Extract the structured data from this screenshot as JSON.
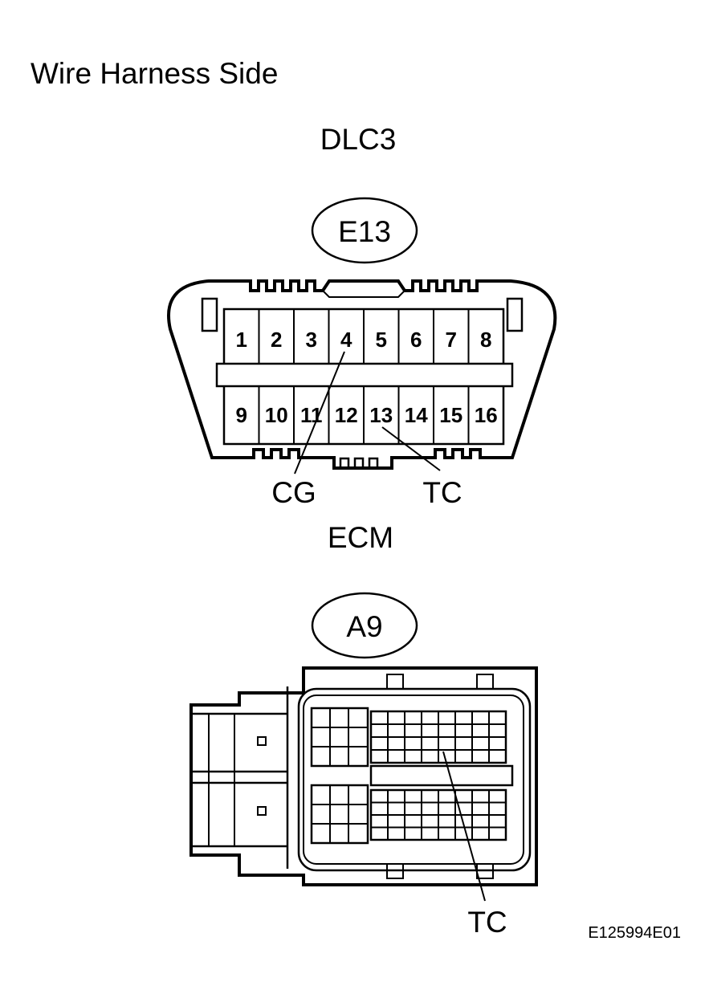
{
  "title": "Wire Harness Side",
  "figure_id": "E125994E01",
  "dlc3": {
    "name": "DLC3",
    "connector_code": "E13",
    "pins_top": [
      "1",
      "2",
      "3",
      "4",
      "5",
      "6",
      "7",
      "8"
    ],
    "pins_bottom": [
      "9",
      "10",
      "11",
      "12",
      "13",
      "14",
      "15",
      "16"
    ],
    "callouts": [
      {
        "label": "CG",
        "pin": "4"
      },
      {
        "label": "TC",
        "pin": "13"
      }
    ]
  },
  "ecm": {
    "name": "ECM",
    "connector_code": "A9",
    "callout": {
      "label": "TC"
    }
  }
}
